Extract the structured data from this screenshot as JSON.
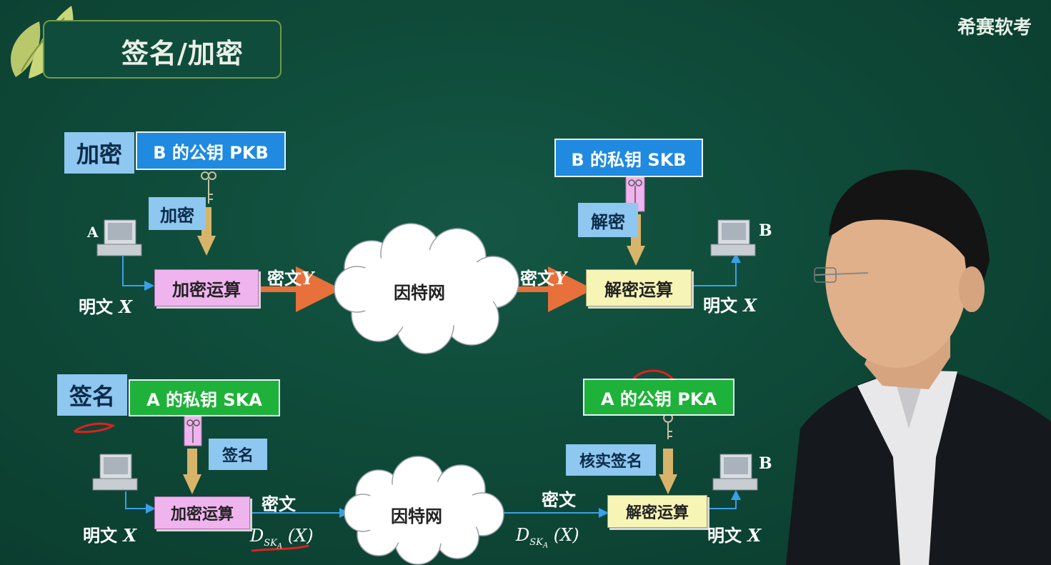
{
  "header": {
    "title": "签名/加密",
    "watermark": "希赛软考"
  },
  "encryption": {
    "tag": "加密",
    "key_label": "B 的公钥 PKB",
    "private_key_label": "B 的私钥 SKB",
    "action_encrypt": "加密",
    "action_decrypt": "解密",
    "encrypt_box": "加密运算",
    "decrypt_box": "解密运算",
    "ciphertext_left": "密文",
    "ciphertext_right": "密文",
    "ciphertext_var": "Y",
    "network": "因特网",
    "sender": "A",
    "receiver": "B",
    "plaintext_left": "明文",
    "plaintext_right": "明文",
    "plaintext_var": "X"
  },
  "signature": {
    "tag": "签名",
    "key_label": "A 的私钥 SKA",
    "public_key_label": "A 的公钥 PKA",
    "action_sign": "签名",
    "action_verify": "核实签名",
    "encrypt_box": "加密运算",
    "decrypt_box": "解密运算",
    "ciphertext_left": "密文",
    "ciphertext_right": "密文",
    "formula": "D",
    "formula_sub": "SK",
    "formula_subsub": "A",
    "formula_arg": "(X)",
    "network": "因特网",
    "receiver": "B",
    "plaintext_left": "明文",
    "plaintext_right": "明文",
    "plaintext_var": "X"
  },
  "colors": {
    "board": "#0f4a39",
    "arrow_orange": "#e8703a",
    "arrow_tan": "#d8b46a",
    "line_blue": "#3aa0e8",
    "annotation_red": "#e02020"
  }
}
